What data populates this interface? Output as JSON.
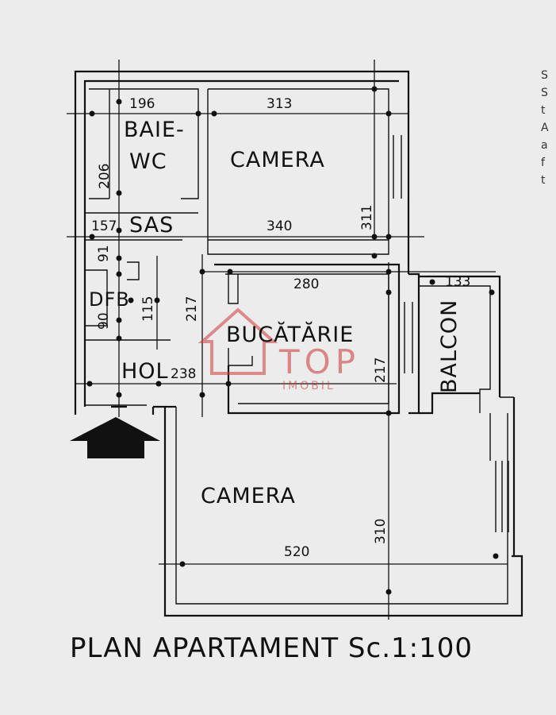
{
  "rooms": {
    "baie_line1": "BAIE-",
    "baie_line2": "WC",
    "camera_top": "CAMERA",
    "sas": "SAS",
    "dfb": "DFB",
    "bucatarie": "BUCĂTĂRIE",
    "hol": "HOL",
    "balcon": "BALCON",
    "camera_bottom": "CAMERA"
  },
  "dimensions": {
    "d196": "196",
    "d313": "313",
    "d206": "206",
    "d157": "157",
    "d340": "340",
    "d311": "311",
    "d91": "91",
    "d280": "280",
    "d133": "133",
    "d90": "90",
    "d115": "115",
    "d217_left": "217",
    "d238": "238",
    "d217_right": "217",
    "d520": "520",
    "d310": "310"
  },
  "watermark": {
    "line1": "TOP",
    "line2": "IMOBIL",
    "color": "#d23a3a"
  },
  "title": "PLAN APARTAMENT  Sc.1:100",
  "margin_text": [
    "S",
    "S",
    "t",
    "A",
    "a",
    "f",
    "t"
  ]
}
